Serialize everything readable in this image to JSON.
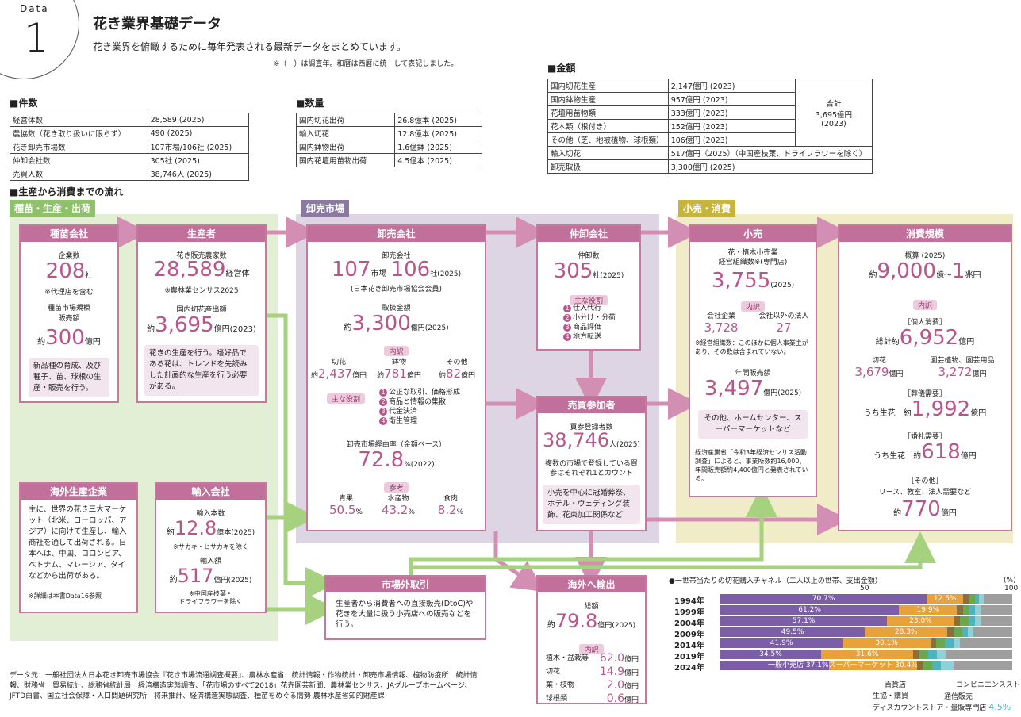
{
  "header": {
    "data_label": "Data",
    "data_num": "1",
    "title": "花き業界基礎データ",
    "subtitle": "花き業界を俯瞰するために毎年発表される最新データをまとめています。",
    "note": "※（　）は調査年。和暦は西暦に統一して表記しました。"
  },
  "kensu": {
    "title": "■件数",
    "rows": [
      [
        "経営体数",
        "28,589 (2025)"
      ],
      [
        "農協数（花き取り扱いに限らず）",
        "490 (2025)"
      ],
      [
        "花き卸売市場数",
        "107市場/106社 (2025)"
      ],
      [
        "仲卸会社数",
        "305社 (2025)"
      ],
      [
        "売買人数",
        "38,746人 (2025)"
      ]
    ]
  },
  "suryo": {
    "title": "■数量",
    "rows": [
      [
        "国内切花出荷",
        "26.8億本 (2025)"
      ],
      [
        "輸入切花",
        "12.8億本 (2025)"
      ],
      [
        "国内鉢物出荷",
        "1.6億鉢 (2025)"
      ],
      [
        "国内花壇用苗物出荷",
        "4.5億本 (2025)"
      ]
    ]
  },
  "kingaku": {
    "title": "■金額",
    "rows": [
      [
        "国内切花生産",
        "2,147億円 (2023)"
      ],
      [
        "国内鉢物生産",
        "957億円 (2023)"
      ],
      [
        "花壇用苗物類",
        "333億円 (2023)"
      ],
      [
        "花木類（根付き）",
        "152億円 (2023)"
      ],
      [
        "その他（芝、地被植物、球根類）",
        "106億円 (2023)"
      ],
      [
        "輸入切花",
        "517億円（2025）（中国産枝葉、ドライフラワーを除く）"
      ],
      [
        "卸売取扱",
        "3,300億円 (2025)"
      ]
    ],
    "total": "合計\n3,695億円\n(2023)"
  },
  "flow": {
    "title": "■生産から消費までの流れ",
    "band1": "種苗・生産・出荷",
    "band2": "卸売市場",
    "band3": "小売・消費"
  },
  "shubyo": {
    "title": "種苗会社",
    "l1": "企業数",
    "v1": "208",
    "u1": "社",
    "n1": "※代理店を含む",
    "l2": "種苗市場規模\n販売額",
    "p2": "約",
    "v2": "300",
    "u2": "億円",
    "desc": "新品種の育成、及び種子、苗、球根の生産・販売を行う。"
  },
  "seisan": {
    "title": "生産者",
    "l1": "花き販売農家数",
    "v1": "28,589",
    "u1": "経営体",
    "n1": "※農林業センサス2025",
    "l2": "国内切花産出額",
    "p2": "約",
    "v2": "3,695",
    "u2": "億円(2023)",
    "desc": "花きの生産を行う。嗜好品である花は、トレンドを先読みした計画的な生産を行う必要がある。"
  },
  "oroshi": {
    "title": "卸売会社",
    "l1": "卸売会社",
    "v1a": "107",
    "u1a": "市場",
    "v1b": "106",
    "u1b": "社(2025)",
    "n1": "(日本花き卸売市場協会会員)",
    "l2": "取扱金額",
    "p2": "約",
    "v2": "3,300",
    "u2": "億円(2025)",
    "naiyaku": "内訳",
    "i1l": "切花",
    "i1p": "約",
    "i1v": "2,437",
    "i1u": "億円",
    "i2l": "鉢物",
    "i2p": "約",
    "i2v": "781",
    "i2u": "億円",
    "i3l": "その他",
    "i3p": "約",
    "i3v": "82",
    "i3u": "億円",
    "role": "主な役割",
    "r1": "公正な取引、価格形成",
    "r2": "商品と情報の集散",
    "r3": "代金決済",
    "r4": "衛生管理",
    "l3": "卸売市場経由率（金額ベース）",
    "v3": "72.8",
    "u3": "%(2022)",
    "ref": "参考",
    "f1l": "青果",
    "f1v": "50.5",
    "f2l": "水産物",
    "f2v": "43.2",
    "f3l": "食肉",
    "f3v": "8.2",
    "pct": "%"
  },
  "nakaoroshi": {
    "title": "仲卸会社",
    "l1": "仲卸数",
    "v1": "305",
    "u1": "社(2025)",
    "role": "主な役割",
    "r1": "仕入代行",
    "r2": "小分け・分荷",
    "r3": "商品評価",
    "r4": "地方転送"
  },
  "baibai": {
    "title": "売買参加者",
    "l1": "買参登録者数",
    "v1": "38,746",
    "u1": "人(2025)",
    "n1": "複数の市場で登録している買参はそれぞれ1とカウント",
    "desc": "小売を中心に冠婚葬祭、ホテル・ウェディング装飾、花束加工関係など"
  },
  "kouri": {
    "title": "小売",
    "l1": "花・植木小売業\n経営組織数※(専門店)",
    "v1": "3,755",
    "u1": "(2025)",
    "naiyaku": "内訳",
    "a1l": "会社企業",
    "a1v": "3,728",
    "a2l": "会社以外の法人",
    "a2v": "27",
    "n1": "※経営組織数：このほかに個人事業主があり、その数は含まれていない。",
    "l2": "年間販売額",
    "v2": "3,497",
    "u2": "億円(2025)",
    "desc": "その他、ホームセンター、スーパーマーケットなど",
    "n2": "経済産業省「令和3年経済センサス活動調査」によると、事業所数約16,000、年間販売額約4,400億円と発表されている。"
  },
  "shohi": {
    "title": "消費規模",
    "l1": "概算 (2025)",
    "p1": "約",
    "v1": "9,000",
    "u1": "億～",
    "v1b": "1",
    "u1b": "兆円",
    "naiyaku": "内訳",
    "k1": "［個人消費］",
    "k1p": "総計約",
    "k1v": "6,952",
    "k1u": "億円",
    "s1l": "切花",
    "s1v": "3,679",
    "s1u": "億円",
    "s2l": "園芸植物、園芸用品",
    "s2v": "3,272",
    "s2u": "億円",
    "k2": "［葬儀需要］",
    "k2p": "うち生花　約",
    "k2v": "1,992",
    "k2u": "億円",
    "k3": "［婚礼需要］",
    "k3p": "うち生花　約",
    "k3v": "618",
    "k3u": "億円",
    "k4": "［その他］",
    "k4d": "リース、教室、法人需要など",
    "k4p": "約",
    "k4v": "770",
    "k4u": "億円"
  },
  "kaigai": {
    "title": "海外生産企業",
    "desc": "主に、世界の花き三大マーケット（北米、ヨーロッパ、アジア）に向けて生産し、輸入商社を通して出荷される。日本へは、中国、コロンビア、ベトナム、マレーシア、タイなどから出荷がある。",
    "n1": "※詳細は本書Data16参照"
  },
  "yunyu": {
    "title": "輸入会社",
    "l1": "輸入本数",
    "p1": "約",
    "v1": "12.8",
    "u1": "億本(2025)",
    "n1": "※サカキ・ヒサカキを除く",
    "l2": "輸入額",
    "p2": "約",
    "v2": "517",
    "u2": "億円(2025)",
    "n2": "※中国産枝葉・\nドライフラワーを除く"
  },
  "shijogai": {
    "title": "市場外取引",
    "desc": "生産者から消費者への直接販売(DtoC)や花きを大量に扱う小売店への販売などを行う。"
  },
  "export": {
    "title": "海外へ輸出",
    "l1": "総額",
    "p1": "約",
    "v1": "79.8",
    "u1": "億円(2025)",
    "naiyaku": "内訳",
    "rows": [
      [
        "植木・盆栽等",
        "62.0",
        "億円"
      ],
      [
        "切花",
        "14.9",
        "億円"
      ],
      [
        "葉・枝物",
        "2.0",
        "億円"
      ],
      [
        "球根類",
        "0.6",
        "億円"
      ]
    ]
  },
  "chart_data": {
    "type": "bar",
    "title": "●一世帯当たりの切花購入チャネル（二人以上の世帯、支出金額）",
    "unit": "(%)",
    "ticks": [
      "50",
      "100"
    ],
    "categories": [
      "1994年",
      "1999年",
      "2004年",
      "2009年",
      "2014年",
      "2019年",
      "2024年"
    ],
    "series_labels": {
      "ippan": "一般小売店",
      "super": "スーパーマーケット"
    },
    "rows": [
      [
        70.7,
        12.5,
        2,
        2,
        1.5,
        1.5,
        9.8
      ],
      [
        61.2,
        19.9,
        2,
        2,
        2,
        2,
        10.9
      ],
      [
        57.1,
        23.0,
        2,
        3,
        2,
        2,
        10.9
      ],
      [
        49.5,
        28.3,
        2,
        3,
        2,
        2,
        13.2
      ],
      [
        41.9,
        30.1,
        2,
        3,
        3,
        2,
        18
      ],
      [
        34.5,
        31.6,
        2,
        3,
        3,
        3,
        22.9
      ],
      [
        37.1,
        30.4,
        2,
        3,
        3,
        4.5,
        20
      ]
    ],
    "labels": [
      [
        "70.7%",
        "12.5%"
      ],
      [
        "61.2%",
        "19.9%"
      ],
      [
        "57.1%",
        "23.0%"
      ],
      [
        "49.5%",
        "28.3%"
      ],
      [
        "41.9%",
        "30.1%"
      ],
      [
        "34.5%",
        "31.6%"
      ],
      [
        "一般小売店 37.1%",
        "スーパーマーケット 30.4%"
      ]
    ],
    "colors": [
      "#7b5ea7",
      "#e9a23a",
      "#8c6e3a",
      "#6aa84f",
      "#4fb3bf",
      "#8ed1d9",
      "#9e9e9e"
    ],
    "legend": [
      "百貨店",
      "生協・購買",
      "ディスカウントストア・量販専門店",
      "コンビニエンスストア",
      "通信販売"
    ],
    "disc_val": "4.5%"
  },
  "source": "データ元：一般社団法人日本花き卸売市場協会『花き市場流通調査概要』、農林水産省　統計情報・作物統計・卸売市場情報、植物防疫所　統計情報、財務省　貿易統計、総務省統計局　経済構造実態調査、「花市場のすべて2018」花卉園芸新聞、農林業センサス、JAグループホームページ、JFTD白書、国立社会保障・人口問題研究所　将来推計、経済構造実態調査、種苗をめぐる情勢 農林水産省知的財産課"
}
